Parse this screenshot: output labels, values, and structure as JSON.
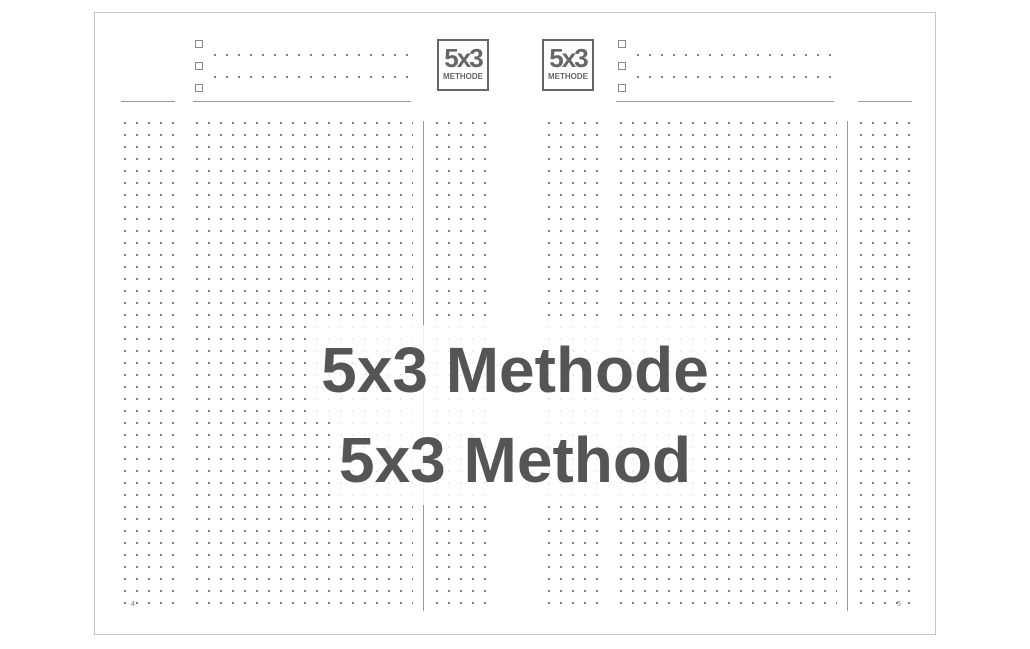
{
  "left_page": {
    "number": "4"
  },
  "right_page": {
    "number": "5"
  },
  "logo": {
    "number": "5x3",
    "word": "METHODE"
  },
  "watermark": {
    "line1": "5x3 Methode",
    "line2": "5x3 Method"
  },
  "colors": {
    "text": "#555555",
    "dots": "#6a6a6a",
    "lines": "#9a9a9a",
    "border": "#c8c8c8"
  }
}
